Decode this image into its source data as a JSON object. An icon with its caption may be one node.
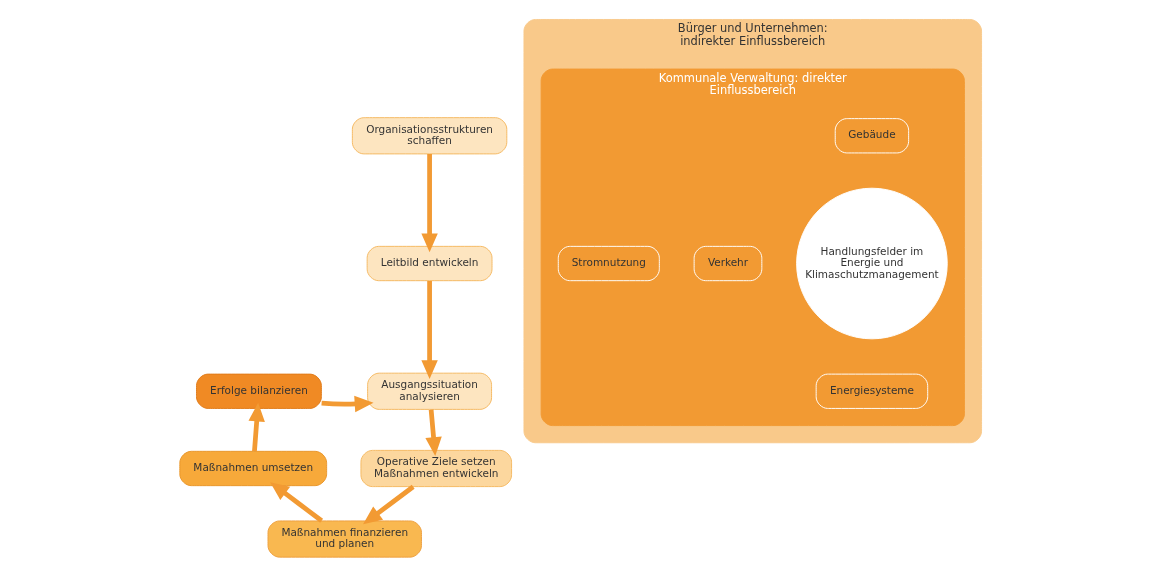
{
  "diagram": {
    "nodes": [
      {
        "text": [
          "Organisationsstrukturen schaffen"
        ]
      },
      {
        "text": [
          "Leitbild entwickeln"
        ]
      },
      {
        "text": [
          "Ausgangssituation analysieren"
        ]
      },
      {
        "text": [
          "Erfolge bilanzieren"
        ]
      },
      {
        "text": [
          "Maßnahmen umsetzen"
        ]
      },
      {
        "text": [
          "Operative Ziele setzen Maßnahmen entwickeln"
        ]
      },
      {
        "text": [
          "Maßnahmen finanzieren und planen"
        ]
      },
      {
        "text": [
          "Bürger und Unternehmen: indirekter Einflussbereich"
        ]
      },
      {
        "text": [
          "Kommunale Verwaltung: direkter Einflussbereich"
        ],
        "in": 7
      },
      {
        "text": [
          "Gebäude"
        ],
        "in": 8
      },
      {
        "text": [
          "Verkehr"
        ],
        "in": 8
      },
      {
        "text": [
          "Handlungsfelder im Energie und Klimaschutzmanagement"
        ],
        "in": 8
      },
      {
        "text": [
          "Stromnutzung"
        ],
        "in": 8
      },
      {
        "text": [
          "Energiesysteme"
        ],
        "in": 8
      }
    ],
    "edges": [
      {
        "from": 0,
        "to": 1,
        "arrow": "to"
      },
      {
        "from": 1,
        "to": 2,
        "arrow": "to"
      },
      {
        "from": 2,
        "to": 5,
        "arrow": "to"
      },
      {
        "from": 5,
        "to": 6,
        "arrow": "to"
      },
      {
        "from": 6,
        "to": 4,
        "arrow": "to"
      },
      {
        "from": 4,
        "to": 3,
        "arrow": "to"
      },
      {
        "from": 3,
        "to": 2,
        "arrow": "to"
      }
    ]
  }
}
